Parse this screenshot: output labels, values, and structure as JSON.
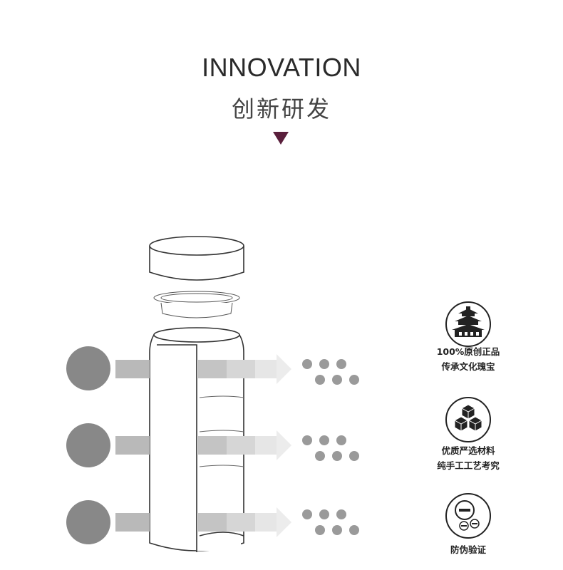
{
  "header": {
    "title_en": "INNOVATION",
    "title_cn": "创新研发"
  },
  "colors": {
    "accent": "#5a1f3c",
    "circle": "#888888",
    "arrow": "#b8b8b8",
    "dot": "#9a9a9a",
    "line": "#333333"
  },
  "badges": [
    {
      "icon": "temple-icon",
      "lines": [
        "100%原创正品",
        "传承文化瑰宝"
      ]
    },
    {
      "icon": "cubes-icon",
      "lines": [
        "优质严选材料",
        "纯手工工艺考究"
      ]
    },
    {
      "icon": "anti-counterfeit-icon",
      "lines": [
        "防伪验证"
      ]
    }
  ]
}
